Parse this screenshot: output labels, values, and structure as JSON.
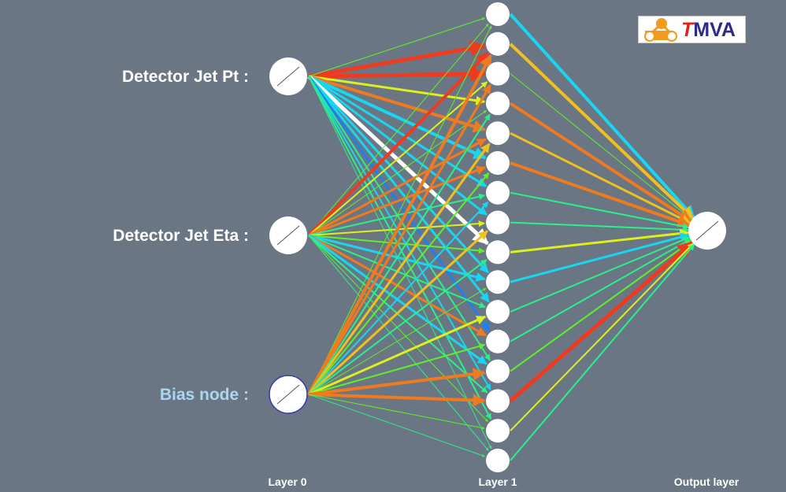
{
  "logo": {
    "text_first": "T",
    "text_rest": "MVA"
  },
  "layers": {
    "input": {
      "label": "Layer 0",
      "nodes": [
        {
          "label": "Detector Jet Pt :",
          "bias": false
        },
        {
          "label": "Detector Jet Eta :",
          "bias": false
        },
        {
          "label": "Bias node :",
          "bias": true
        }
      ]
    },
    "hidden": {
      "label": "Layer 1",
      "node_count": 16
    },
    "output": {
      "label": "Output layer",
      "node_count": 1
    }
  },
  "colors": {
    "background": "#6b7684",
    "node_fill": "#ffffff",
    "input_label": "#ffffff",
    "bias_label": "#a9d7ee",
    "weight_scale": [
      "#1f7ff0",
      "#19d6f0",
      "#2af08c",
      "#5ef02a",
      "#dcf01f",
      "#f0c01f",
      "#f07a1f",
      "#f03a1f",
      "#ffffff"
    ]
  },
  "connections": {
    "input_to_hidden": [
      [
        {
          "to": 1,
          "color": 7,
          "width": 5
        },
        {
          "to": 2,
          "color": 7,
          "width": 5
        },
        {
          "to": 3,
          "color": 4,
          "width": 3
        },
        {
          "to": 4,
          "color": 6,
          "width": 4
        },
        {
          "to": 5,
          "color": 1,
          "width": 4
        },
        {
          "to": 6,
          "color": 1,
          "width": 3
        },
        {
          "to": 7,
          "color": 1,
          "width": 3
        },
        {
          "to": 8,
          "color": 8,
          "width": 5
        },
        {
          "to": 9,
          "color": 1,
          "width": 3
        },
        {
          "to": 10,
          "color": 1,
          "width": 3
        },
        {
          "to": 11,
          "color": 0,
          "width": 3
        },
        {
          "to": 12,
          "color": 2,
          "width": 2
        },
        {
          "to": 13,
          "color": 1,
          "width": 2
        },
        {
          "to": 14,
          "color": 2,
          "width": 2
        },
        {
          "to": 15,
          "color": 2,
          "width": 1
        },
        {
          "to": 0,
          "color": 3,
          "width": 1
        }
      ],
      [
        {
          "to": 0,
          "color": 3,
          "width": 1
        },
        {
          "to": 1,
          "color": 7,
          "width": 4
        },
        {
          "to": 2,
          "color": 4,
          "width": 2
        },
        {
          "to": 3,
          "color": 3,
          "width": 1
        },
        {
          "to": 4,
          "color": 6,
          "width": 3
        },
        {
          "to": 5,
          "color": 6,
          "width": 3
        },
        {
          "to": 6,
          "color": 2,
          "width": 2
        },
        {
          "to": 7,
          "color": 4,
          "width": 2
        },
        {
          "to": 8,
          "color": 3,
          "width": 2
        },
        {
          "to": 9,
          "color": 1,
          "width": 3
        },
        {
          "to": 10,
          "color": 2,
          "width": 2
        },
        {
          "to": 11,
          "color": 6,
          "width": 3
        },
        {
          "to": 12,
          "color": 1,
          "width": 3
        },
        {
          "to": 13,
          "color": 2,
          "width": 2
        },
        {
          "to": 14,
          "color": 3,
          "width": 1
        },
        {
          "to": 15,
          "color": 2,
          "width": 1
        }
      ],
      [
        {
          "to": 0,
          "color": 3,
          "width": 1
        },
        {
          "to": 1,
          "color": 6,
          "width": 4
        },
        {
          "to": 2,
          "color": 6,
          "width": 3
        },
        {
          "to": 3,
          "color": 2,
          "width": 2
        },
        {
          "to": 4,
          "color": 5,
          "width": 3
        },
        {
          "to": 5,
          "color": 3,
          "width": 2
        },
        {
          "to": 6,
          "color": 1,
          "width": 2
        },
        {
          "to": 7,
          "color": 5,
          "width": 3
        },
        {
          "to": 8,
          "color": 2,
          "width": 2
        },
        {
          "to": 9,
          "color": 3,
          "width": 1
        },
        {
          "to": 10,
          "color": 4,
          "width": 3
        },
        {
          "to": 11,
          "color": 3,
          "width": 2
        },
        {
          "to": 12,
          "color": 6,
          "width": 4
        },
        {
          "to": 13,
          "color": 6,
          "width": 4
        },
        {
          "to": 14,
          "color": 3,
          "width": 1
        },
        {
          "to": 15,
          "color": 2,
          "width": 1
        }
      ]
    ],
    "hidden_to_output": [
      {
        "from": 0,
        "color": 1,
        "width": 4
      },
      {
        "from": 1,
        "color": 5,
        "width": 4
      },
      {
        "from": 2,
        "color": 3,
        "width": 1
      },
      {
        "from": 3,
        "color": 6,
        "width": 4
      },
      {
        "from": 4,
        "color": 5,
        "width": 3
      },
      {
        "from": 5,
        "color": 6,
        "width": 4
      },
      {
        "from": 6,
        "color": 2,
        "width": 2
      },
      {
        "from": 7,
        "color": 2,
        "width": 2
      },
      {
        "from": 8,
        "color": 4,
        "width": 3
      },
      {
        "from": 9,
        "color": 1,
        "width": 3
      },
      {
        "from": 10,
        "color": 2,
        "width": 2
      },
      {
        "from": 11,
        "color": 2,
        "width": 2
      },
      {
        "from": 12,
        "color": 3,
        "width": 2
      },
      {
        "from": 13,
        "color": 7,
        "width": 5
      },
      {
        "from": 14,
        "color": 4,
        "width": 2
      },
      {
        "from": 15,
        "color": 2,
        "width": 2
      }
    ]
  }
}
